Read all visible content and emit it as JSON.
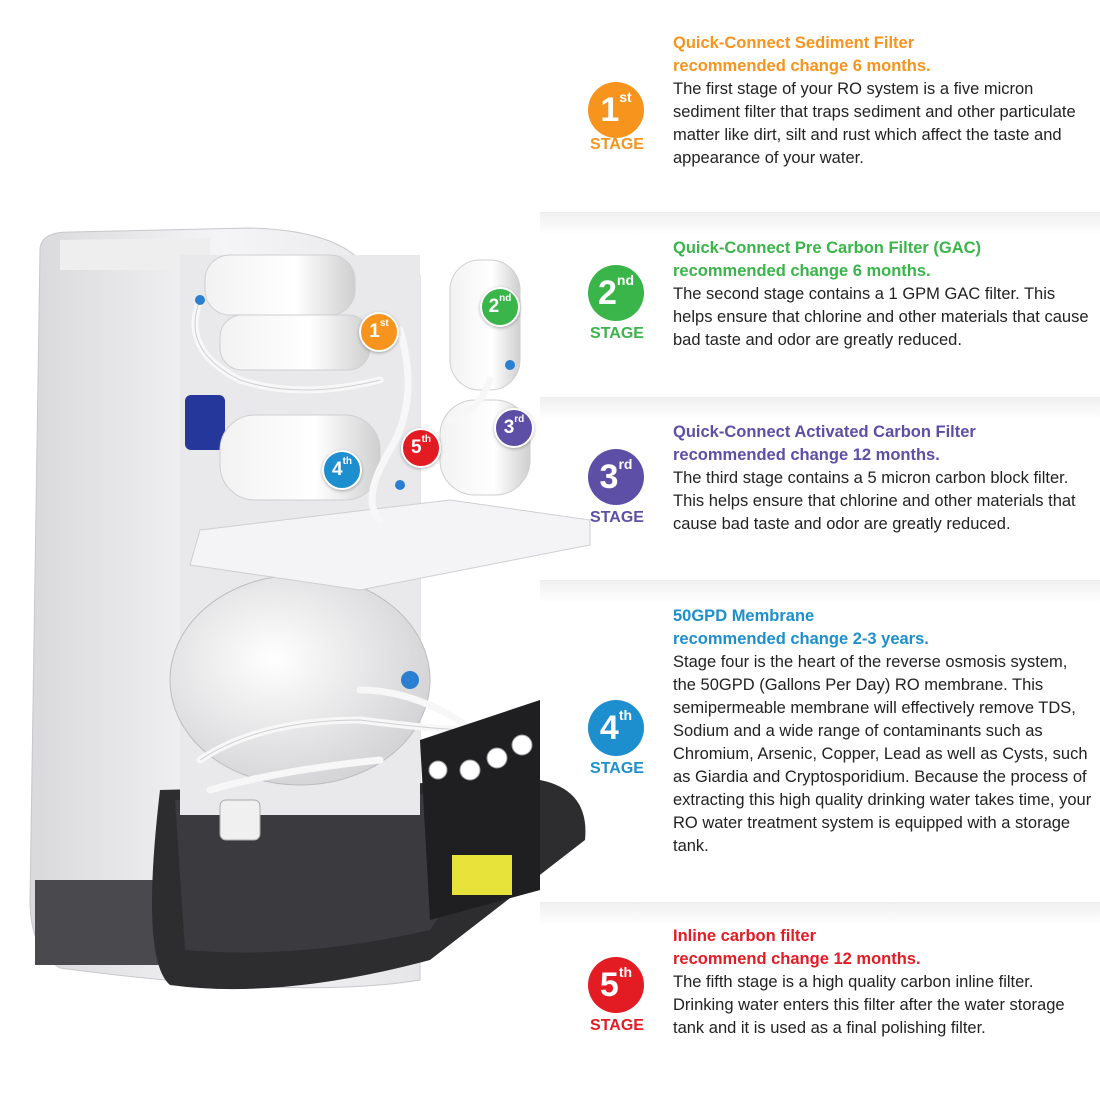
{
  "colors": {
    "stage1": "#f7941d",
    "stage2": "#39b54a",
    "stage3": "#5d4fa6",
    "stage4": "#1d8fcf",
    "stage5": "#e31b23"
  },
  "stage_word": "STAGE",
  "stages": [
    {
      "num": "1",
      "suffix": "st",
      "title_line1": "Quick-Connect Sediment Filter",
      "title_line2": "recommended change 6 months.",
      "desc": "The first stage of your RO system is a five micron sediment filter that traps sediment and other particulate matter like dirt, silt and rust which affect the taste and appearance of your water."
    },
    {
      "num": "2",
      "suffix": "nd",
      "title_line1": "Quick-Connect Pre Carbon Filter (GAC)",
      "title_line2": "recommended change 6 months.",
      "desc": "The second stage contains a 1 GPM GAC filter. This helps ensure that chlorine and other materials that cause bad taste and odor are greatly reduced."
    },
    {
      "num": "3",
      "suffix": "rd",
      "title_line1": "Quick-Connect Activated Carbon Filter",
      "title_line2": "recommended change 12 months.",
      "desc": "The third stage contains a 5 micron carbon block filter. This helps ensure that chlorine and other materials that cause bad taste and odor are greatly reduced."
    },
    {
      "num": "4",
      "suffix": "th",
      "title_line1": "50GPD Membrane",
      "title_line2": "recommended change 2-3 years.",
      "desc": "Stage four is the heart of the reverse osmosis system, the 50GPD (Gallons Per Day) RO membrane. This semipermeable membrane will effectively remove TDS, Sodium and a wide range of contaminants such as Chromium, Arsenic, Copper, Lead as well as Cysts, such as Giardia and Cryptosporidium. Because the process of extracting this high quality drinking water takes time, your RO water treatment system is equipped with a storage tank."
    },
    {
      "num": "5",
      "suffix": "th",
      "title_line1": "Inline carbon filter",
      "title_line2": "recommend change 12 months.",
      "desc": "The fifth stage is a high quality carbon inline filter. Drinking water enters this filter after the water storage tank and it is used as a final polishing filter."
    }
  ]
}
